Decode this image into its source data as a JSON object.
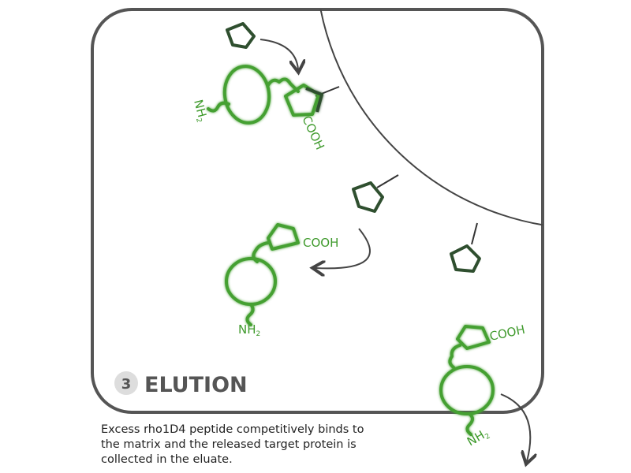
{
  "step": {
    "number": "3",
    "title": "ELUTION"
  },
  "caption": [
    "Excess rho1D4 peptide competitively binds to",
    "the matrix and the released target protein is",
    "collected in the eluate."
  ],
  "labels": {
    "n_term": "NH",
    "n_term_sub": "2",
    "c_term": "COOH"
  },
  "colors": {
    "protein": "#45a032",
    "ligand": "#2f4f2f",
    "frame": "#555555"
  }
}
